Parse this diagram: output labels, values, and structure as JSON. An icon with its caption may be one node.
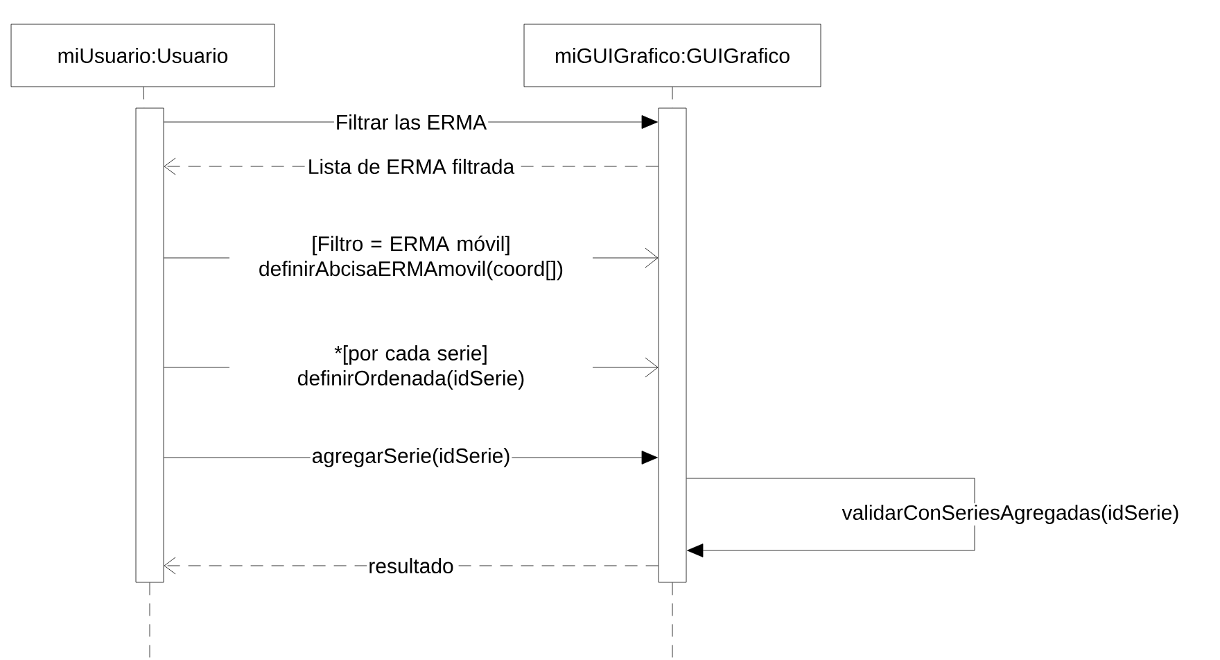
{
  "diagram": {
    "nodes": [
      {
        "text": [
          "miUsuario:Usuario"
        ]
      },
      {
        "text": [
          "miGUIGrafico:GUIGrafico"
        ]
      },
      {
        "text": [],
        "shape": "bar"
      },
      {
        "text": [],
        "shape": "bar"
      }
    ],
    "edges": [
      {
        "from": 0,
        "to": 2,
        "arrow": "none",
        "style": "dashed"
      },
      {
        "from": 1,
        "to": 3,
        "arrow": "none",
        "style": "dashed"
      },
      {
        "from": 2,
        "to": null,
        "arrow": "none",
        "style": "dashed"
      },
      {
        "from": 3,
        "to": null,
        "arrow": "none",
        "style": "dashed"
      },
      {
        "from": 2,
        "to": 3,
        "arrow": "to",
        "label": "Filtrar las ERMA"
      },
      {
        "from": 3,
        "to": 2,
        "arrow": "to",
        "label": "Lista de ERMA filtrada",
        "style": "dashed"
      },
      {
        "from": 2,
        "to": 3,
        "arrow": "to",
        "label": "[Filtro = ERMA móvil] definirAbcisaERMAmovil(coord[])"
      },
      {
        "from": 2,
        "to": 3,
        "arrow": "to",
        "label": "*[por cada serie] definirOrdenada(idSerie)"
      },
      {
        "from": 2,
        "to": 3,
        "arrow": "to",
        "label": "agregarSerie(idSerie)"
      },
      {
        "from": 3,
        "to": 3,
        "arrow": "to",
        "label": "validarConSeriesAgregadas(idSerie)"
      },
      {
        "from": 3,
        "to": 2,
        "arrow": "to",
        "label": "resultado",
        "style": "dashed"
      }
    ]
  }
}
